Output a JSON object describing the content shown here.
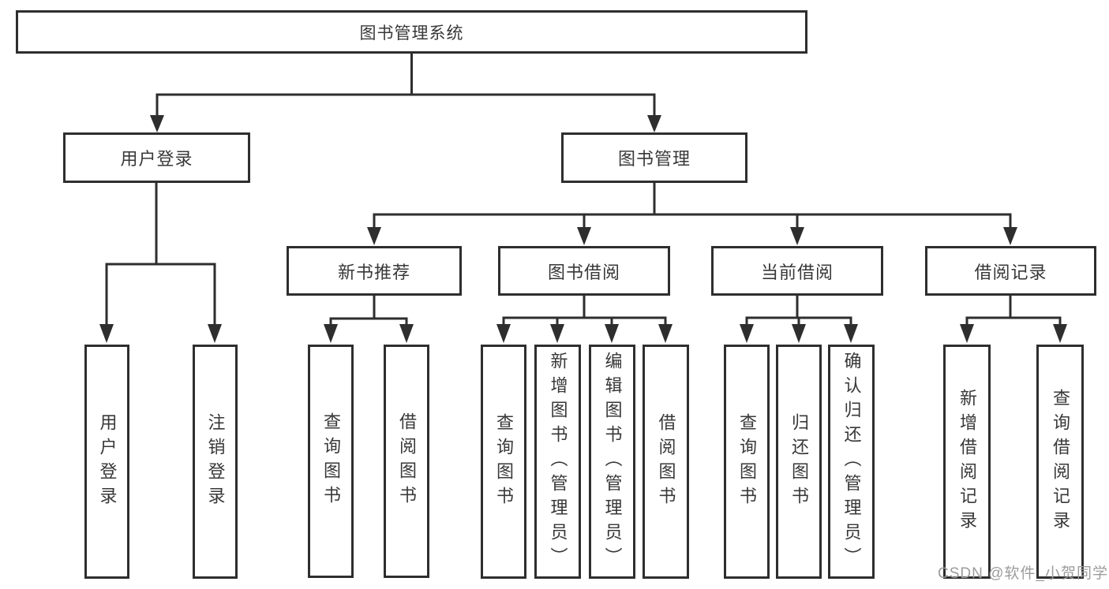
{
  "diagram": {
    "tree": {
      "label": "图书管理系统",
      "children": [
        {
          "label": "用户登录",
          "children": [
            {
              "label": "用户登录"
            },
            {
              "label": "注销登录"
            }
          ]
        },
        {
          "label": "图书管理",
          "children": [
            {
              "label": "新书推荐",
              "children": [
                {
                  "label": "查询图书"
                },
                {
                  "label": "借阅图书"
                }
              ]
            },
            {
              "label": "图书借阅",
              "children": [
                {
                  "label": "查询图书"
                },
                {
                  "label": "新增图书（管理员）"
                },
                {
                  "label": "编辑图书（管理员）"
                },
                {
                  "label": "借阅图书"
                }
              ]
            },
            {
              "label": "当前借阅",
              "children": [
                {
                  "label": "查询图书"
                },
                {
                  "label": "归还图书"
                },
                {
                  "label": "确认归还（管理员）"
                }
              ]
            },
            {
              "label": "借阅记录",
              "children": [
                {
                  "label": "新增借阅记录"
                },
                {
                  "label": "查询借阅记录"
                }
              ]
            }
          ]
        }
      ]
    },
    "colors": {
      "line": "#2e2e2e",
      "box_border": "#2e2e2e",
      "text": "#383838",
      "watermark": "#9c9c9c",
      "background": "#ffffff"
    }
  },
  "watermark": {
    "text": "CSDN @软件_小贺同学"
  }
}
